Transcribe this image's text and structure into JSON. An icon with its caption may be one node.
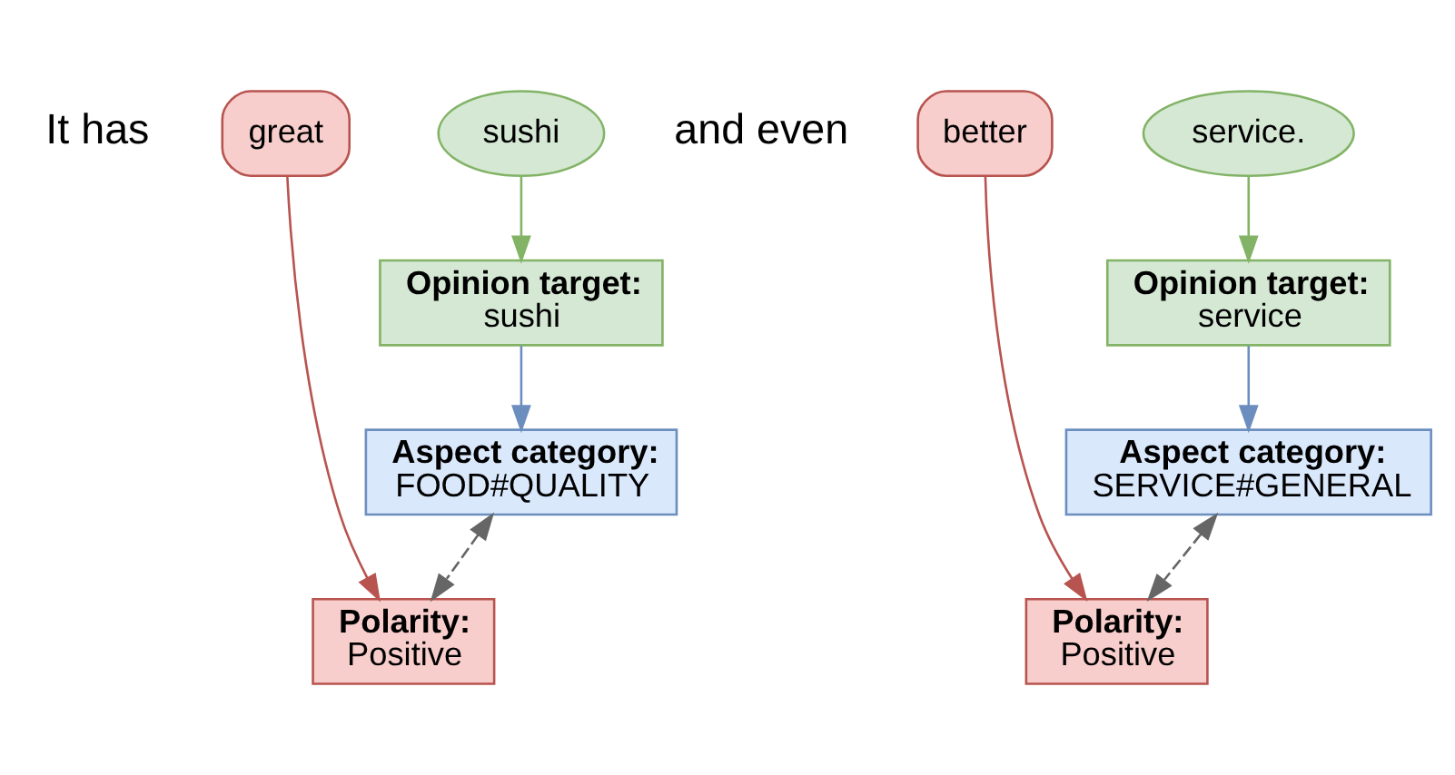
{
  "diagram": {
    "nodes": [
      {
        "text": [
          "great"
        ]
      },
      {
        "text": [
          "sushi"
        ]
      },
      {
        "text": [
          "better"
        ]
      },
      {
        "text": [
          "service."
        ]
      },
      {
        "text": [
          "Opinion target:",
          "sushi"
        ]
      },
      {
        "text": [
          "Aspect category:",
          "FOOD#QUALITY"
        ]
      },
      {
        "text": [
          "Polarity:",
          "Positive"
        ]
      },
      {
        "text": [
          "Opinion target:",
          "service"
        ]
      },
      {
        "text": [
          "Aspect category:",
          "SERVICE#GENERAL"
        ]
      },
      {
        "text": [
          "Polarity:",
          "Positive"
        ]
      }
    ],
    "edges": [
      {
        "from": 1,
        "to": 4,
        "arrow": "to",
        "color": "#82b366"
      },
      {
        "from": 0,
        "to": 6,
        "arrow": "to",
        "color": "#b85450"
      },
      {
        "from": 4,
        "to": 5,
        "arrow": "to",
        "color": "#6c8ebf"
      },
      {
        "from": 5,
        "to": 6,
        "arrow": "both",
        "style": "dashed",
        "color": "#666666"
      },
      {
        "from": 3,
        "to": 7,
        "arrow": "to",
        "color": "#82b366"
      },
      {
        "from": 2,
        "to": 9,
        "arrow": "to",
        "color": "#b85450"
      },
      {
        "from": 7,
        "to": 8,
        "arrow": "to",
        "color": "#6c8ebf"
      },
      {
        "from": 8,
        "to": 9,
        "arrow": "both",
        "style": "dashed",
        "color": "#666666"
      }
    ],
    "labels": [
      "It has",
      "and even"
    ]
  }
}
